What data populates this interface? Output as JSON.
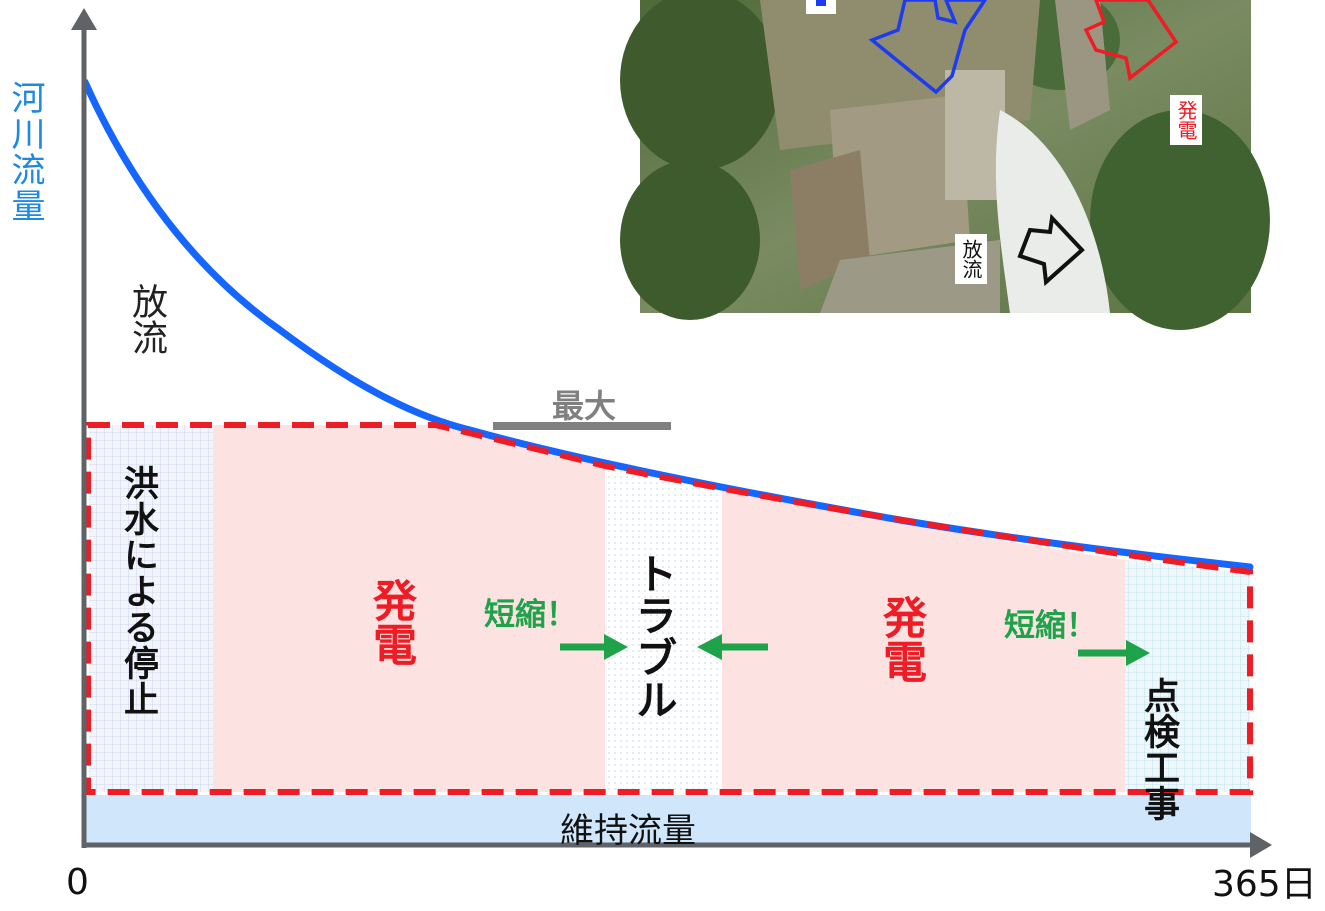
{
  "labels": {
    "y_axis": "河川流量",
    "release": "放流",
    "flood_stop": "洪水による停止",
    "trouble": "トラブル",
    "generation_1": "発電",
    "generation_2": "発電",
    "inspection": "点検工事",
    "shorten_1": "短縮！",
    "shorten_2": "短縮！",
    "max": "最大",
    "maintenance_flow": "維持流量",
    "x_start": "0",
    "x_end": "365日"
  },
  "photo": {
    "generation": "発電",
    "release": "放流"
  },
  "colors": {
    "river_curve": "#1565ff",
    "dashed_border": "#ee1c24",
    "generation_fill": "#fde2e2",
    "maintenance_fill": "#cfe6fb",
    "arrow_green": "#1ea24a",
    "max_bar": "#808080"
  },
  "icons": [
    "arrow-right-icon",
    "arrow-left-icon",
    "blue-arrow-icon",
    "red-arrow-icon",
    "black-arrow-icon"
  ]
}
